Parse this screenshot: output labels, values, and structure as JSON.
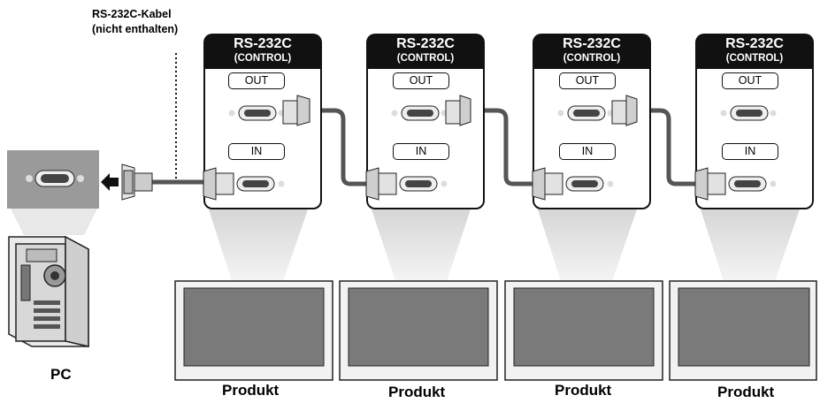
{
  "cable_label": {
    "line1": "RS-232C-Kabel",
    "line2": "(nicht enthalten)"
  },
  "pc": {
    "label": "PC"
  },
  "panels": [
    {
      "title": "RS-232C",
      "subtitle": "(CONTROL)",
      "out_label": "OUT",
      "in_label": "IN",
      "product_label": "Produkt"
    },
    {
      "title": "RS-232C",
      "subtitle": "(CONTROL)",
      "out_label": "OUT",
      "in_label": "IN",
      "product_label": "Produkt"
    },
    {
      "title": "RS-232C",
      "subtitle": "(CONTROL)",
      "out_label": "OUT",
      "in_label": "IN",
      "product_label": "Produkt"
    },
    {
      "title": "RS-232C",
      "subtitle": "(CONTROL)",
      "out_label": "OUT",
      "in_label": "IN",
      "product_label": "Produkt"
    }
  ],
  "colors": {
    "panel_header": "#111111",
    "cable": "#555555",
    "screen": "#7a7a7a",
    "pc_panel": "#9a9a9a",
    "beam": "#e4e4e4"
  }
}
